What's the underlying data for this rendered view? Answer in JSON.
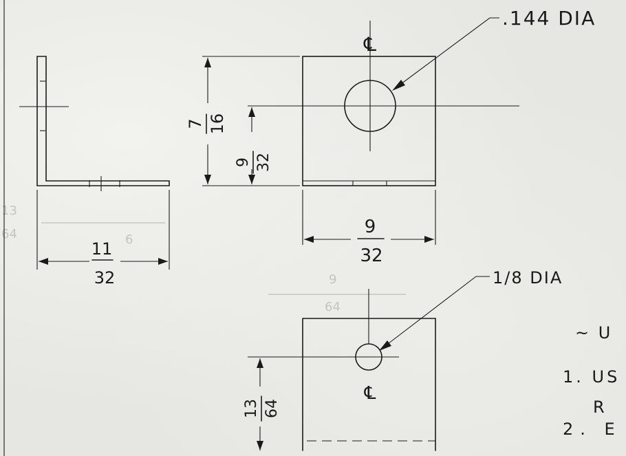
{
  "callouts": {
    "hole_top": ".144 DIA",
    "hole_bottom": "1/8 DIA"
  },
  "dimensions": {
    "side_width": {
      "num": "11",
      "den": "32"
    },
    "front_height": {
      "num": "7",
      "den": "16"
    },
    "hole_height": {
      "num": "9",
      "den": "32"
    },
    "front_width": {
      "num": "9",
      "den": "32"
    },
    "bottom_hole_offset": {
      "num": "13",
      "den": "64"
    }
  },
  "centerline_symbol": "℄",
  "notes": {
    "title_fragment": "~ U",
    "note1_line1": "1. US",
    "note1_line2": "R",
    "note2": "2. E"
  },
  "ghost_marks": {
    "left_num": "13",
    "left_den": "64",
    "mid_num": "9",
    "mid_den": "64",
    "left_small": "6"
  }
}
